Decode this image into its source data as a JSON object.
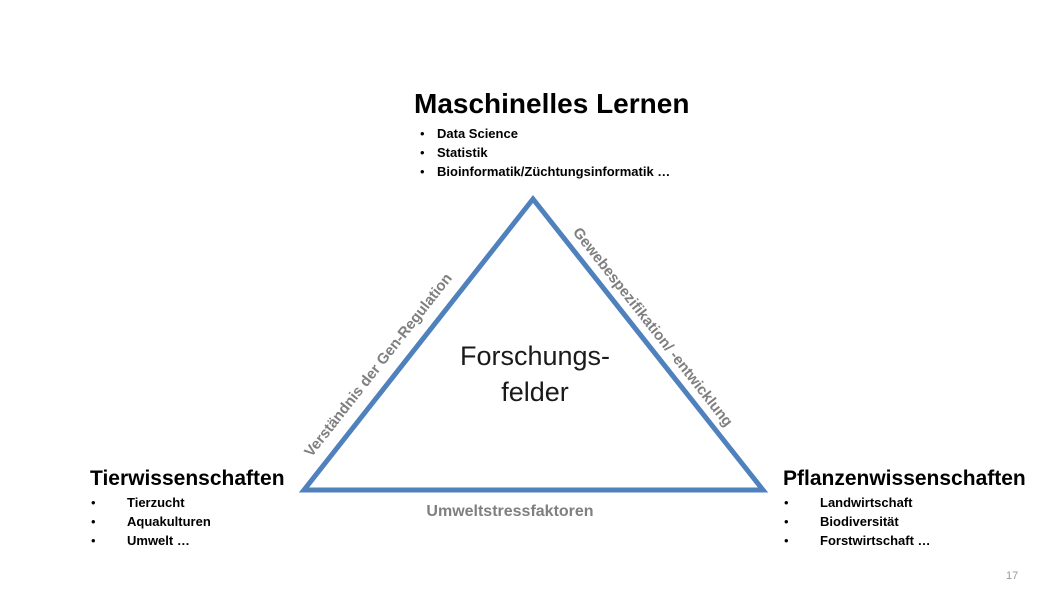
{
  "top": {
    "title": "Maschinelles Lernen",
    "items": [
      "Data Science",
      "Statistik",
      "Bioinformatik/Züchtungsinformatik …"
    ]
  },
  "left": {
    "title": "Tierwissenschaften",
    "items": [
      "Tierzucht",
      "Aquakulturen",
      "Umwelt …"
    ]
  },
  "right": {
    "title": "Pflanzenwissenschaften",
    "items": [
      "Landwirtschaft",
      "Biodiversität",
      "Forstwirtschaft …"
    ]
  },
  "center": {
    "line1": "Forschungs-",
    "line2": "felder"
  },
  "edges": {
    "left": "Verständnis der Gen-Regulation",
    "right": "Gewebespezifikation/ -entwicklung",
    "bottom": "Umweltstressfaktoren"
  },
  "colors": {
    "triangle": "#4f81bd",
    "edge_label": "#7f7f7f"
  },
  "page_number": "17"
}
